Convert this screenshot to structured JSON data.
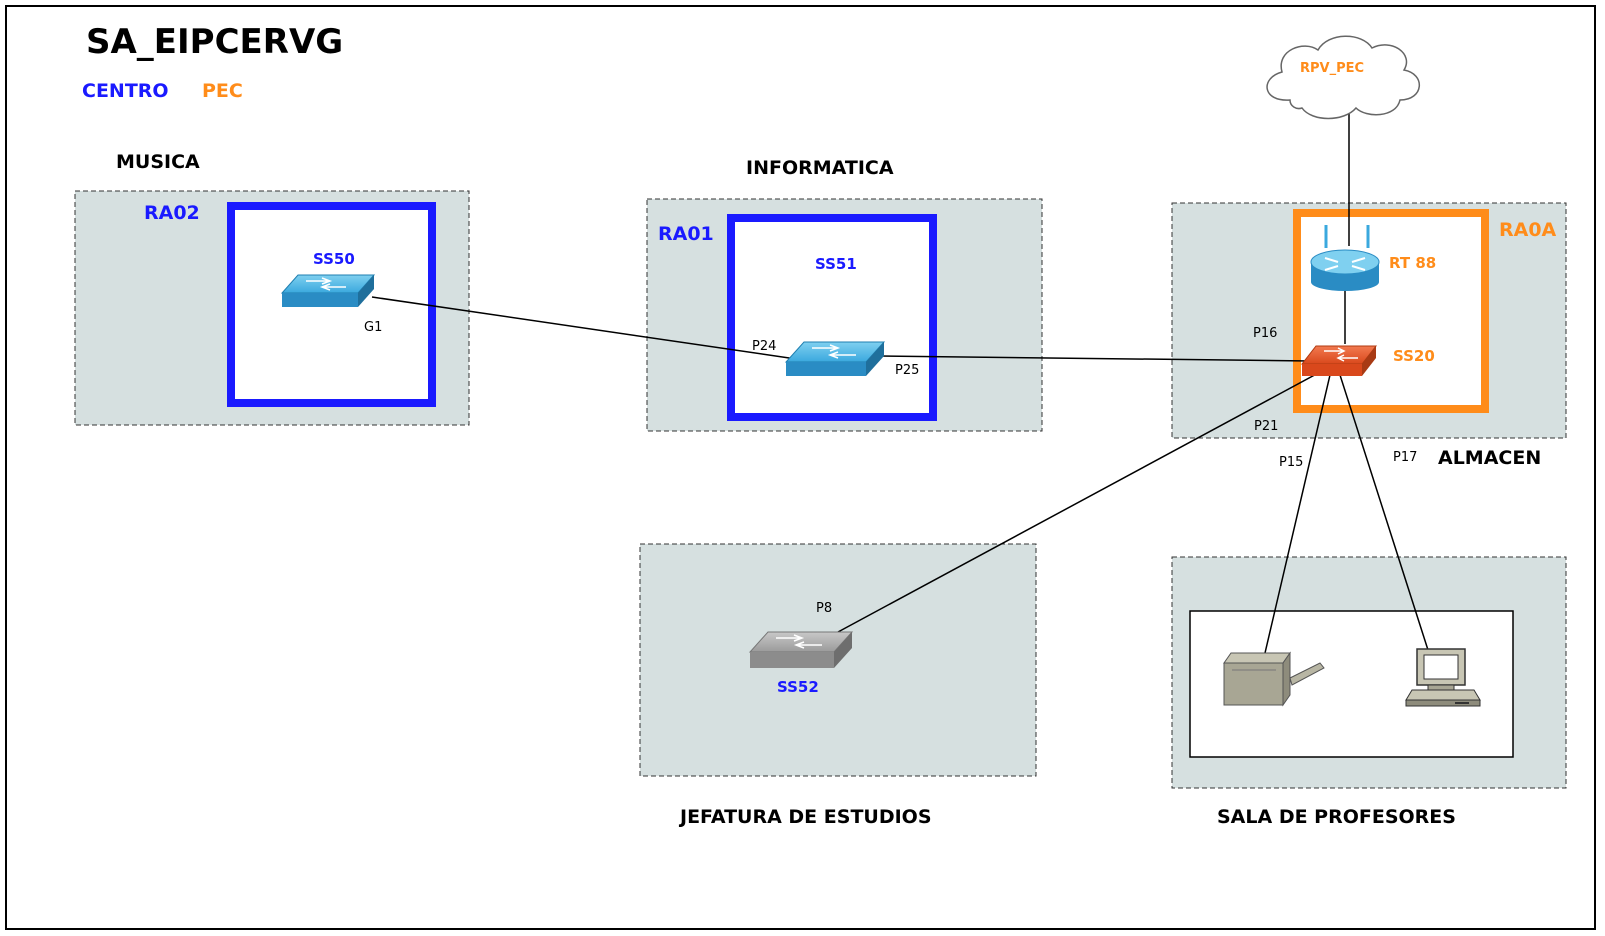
{
  "title": "SA_EIPCERVG",
  "legend": {
    "centro": {
      "label": "CENTRO",
      "color": "#1a1aff"
    },
    "pec": {
      "label": "PEC",
      "color": "#ff8c1a"
    }
  },
  "rooms": {
    "musica": "MUSICA",
    "informatica": "INFORMATICA",
    "almacen": "ALMACEN",
    "jefatura": "JEFATURA DE ESTUDIOS",
    "sala": "SALA DE PROFESORES"
  },
  "zones": {
    "ra02": "RA02",
    "ra01": "RA01",
    "ra0a": "RA0A"
  },
  "devices": {
    "ss50": {
      "label": "SS50",
      "icon": "switch-icon"
    },
    "ss51": {
      "label": "SS51",
      "icon": "switch-icon"
    },
    "ss20": {
      "label": "SS20",
      "icon": "switch-icon"
    },
    "ss52": {
      "label": "SS52",
      "icon": "switch-icon"
    },
    "rt88": {
      "label": "RT 88",
      "icon": "router-icon"
    },
    "cloud": {
      "label": "RPV_PEC",
      "icon": "cloud-icon"
    },
    "printer": {
      "icon": "printer-icon"
    },
    "computer": {
      "icon": "computer-icon"
    }
  },
  "ports": {
    "g1": "G1",
    "p24": "P24",
    "p25": "P25",
    "p16": "P16",
    "p21": "P21",
    "p15": "P15",
    "p17": "P17",
    "p8": "P8"
  }
}
